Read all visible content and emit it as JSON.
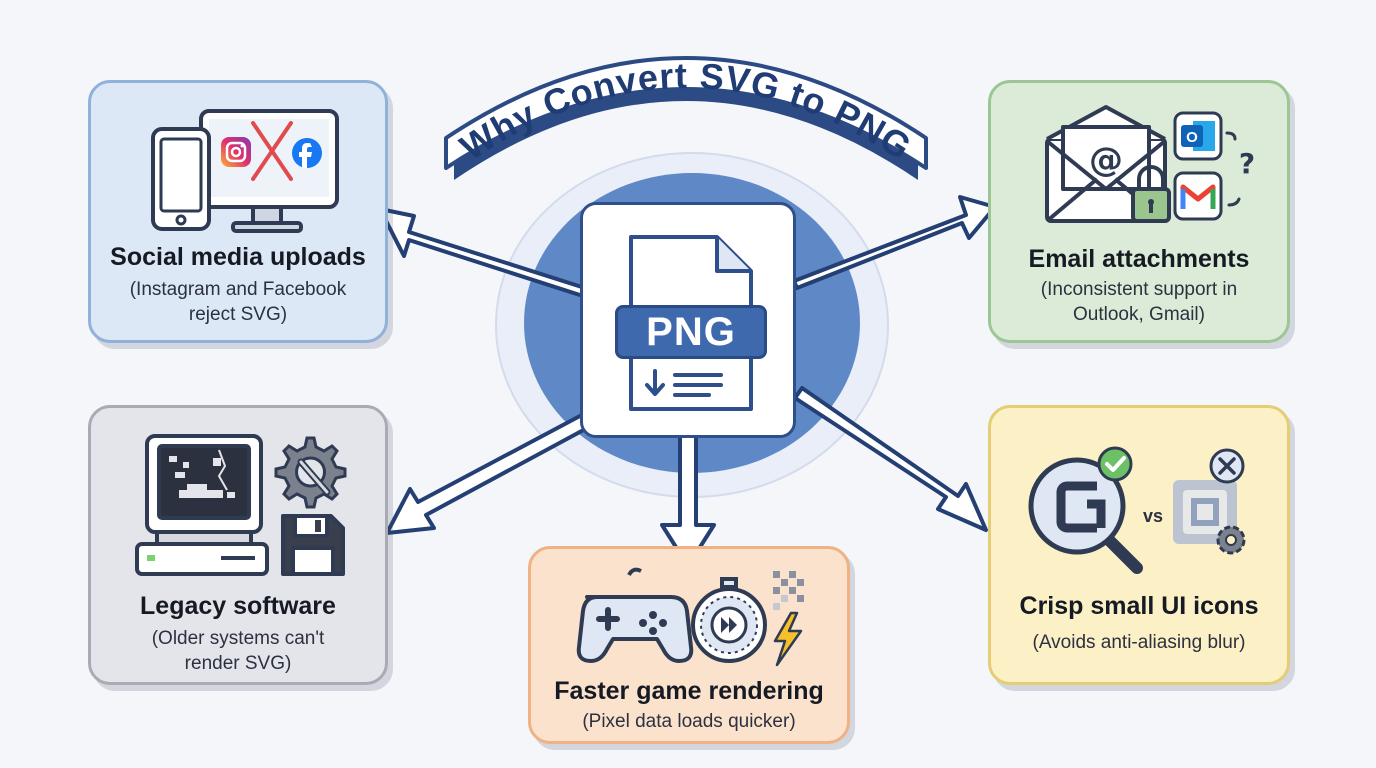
{
  "banner": {
    "title": "Why Convert SVG to PNG"
  },
  "center": {
    "label": "PNG"
  },
  "cards": {
    "social": {
      "title": "Social media uploads",
      "sub_line1": "(Instagram and Facebook",
      "sub_line2": "reject SVG)"
    },
    "email": {
      "title": "Email attachments",
      "sub_line1": "(Inconsistent support in",
      "sub_line2": "Outlook, Gmail)"
    },
    "legacy": {
      "title": "Legacy software",
      "sub_line1": "(Older systems can't",
      "sub_line2": "render SVG)"
    },
    "icons": {
      "title": "Crisp small UI icons",
      "sub_line1": "(Avoids anti-aliasing blur)",
      "vs_label": "vs"
    },
    "game": {
      "title": "Faster game rendering",
      "sub_line1": "(Pixel data loads quicker)"
    }
  },
  "colors": {
    "accent_blue": "#3e69ad",
    "dark_navy": "#2f4f8c",
    "social_bg": "#dce8f5",
    "email_bg": "#dcebd8",
    "legacy_bg": "#e4e5ea",
    "icons_bg": "#fbf0c6",
    "game_bg": "#fbe2cc"
  },
  "icons": [
    "phone-icon",
    "monitor-icon",
    "instagram-icon",
    "facebook-icon",
    "reject-x-icon",
    "envelope-icon",
    "at-sign-icon",
    "padlock-icon",
    "outlook-icon",
    "gmail-icon",
    "question-mark-icon",
    "retro-computer-icon",
    "gear-wrench-icon",
    "floppy-disk-icon",
    "magnifier-icon",
    "check-badge-icon",
    "blurry-icon",
    "x-badge-icon",
    "small-gear-icon",
    "gamepad-icon",
    "stopwatch-icon",
    "pixel-grid-icon",
    "lightning-icon",
    "file-icon",
    "download-arrow-icon"
  ]
}
